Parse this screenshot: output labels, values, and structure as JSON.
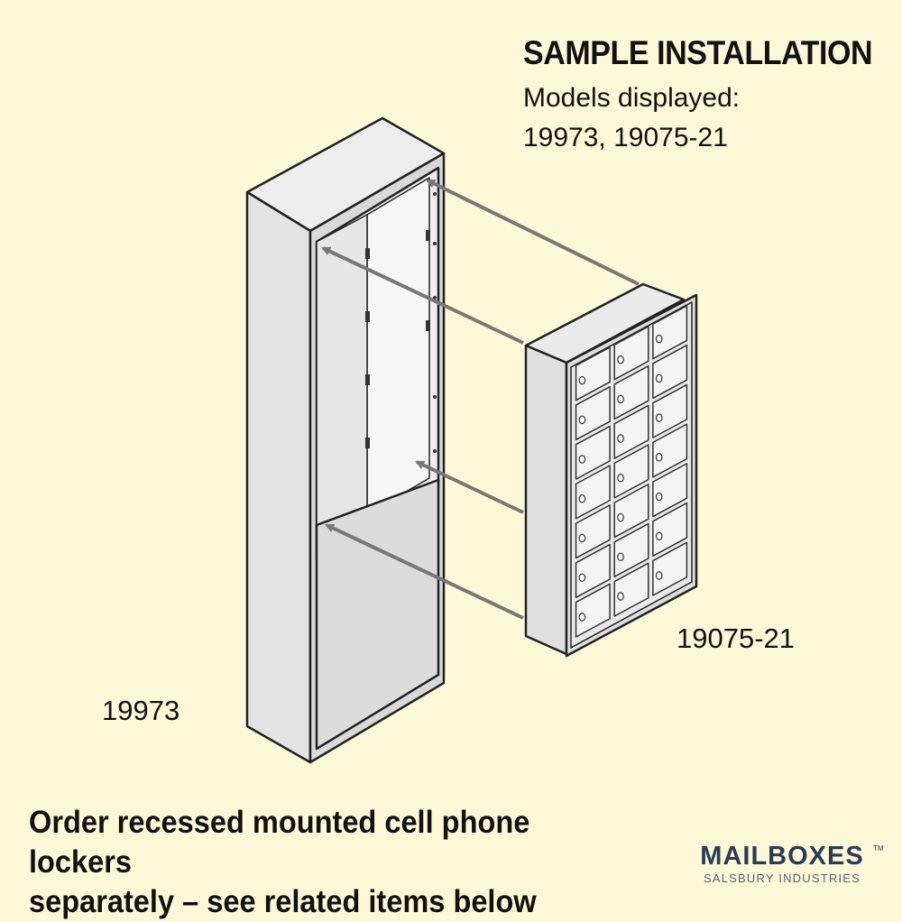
{
  "header": {
    "title": "SAMPLE INSTALLATION",
    "models_label": "Models displayed:",
    "models_list": "19973, 19075-21"
  },
  "labels": {
    "locker_model": "19075-21",
    "cabinet_model": "19973"
  },
  "footer": {
    "note_line1": "Order recessed mounted cell phone lockers",
    "note_line2": "separately – see related items below"
  },
  "brand": {
    "name": "MAILBOXES",
    "subtitle": "SALSBURY INDUSTRIES",
    "trademark": "TM"
  },
  "colors": {
    "background": "#fdf9d8",
    "brand": "#2b3a57"
  }
}
